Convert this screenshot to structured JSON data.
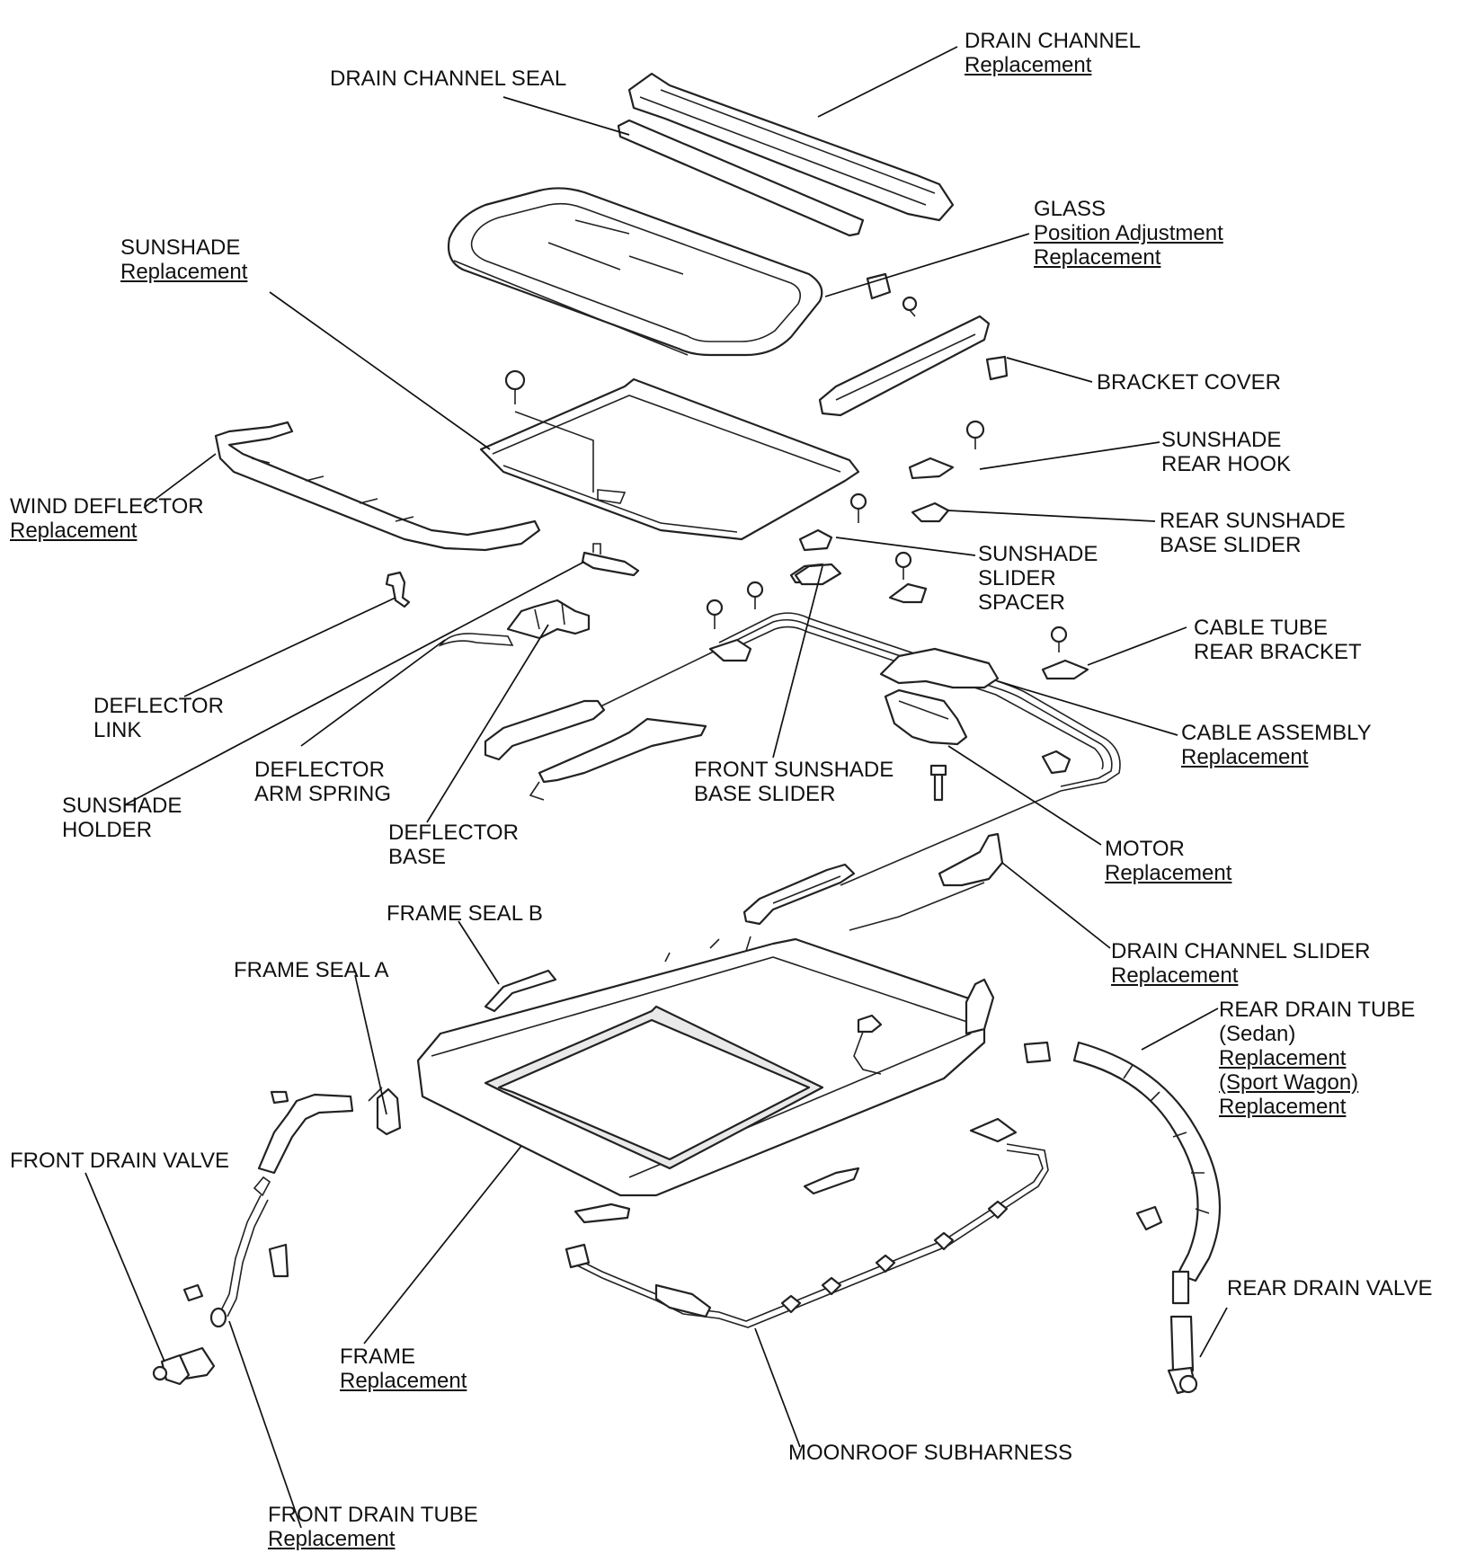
{
  "callouts": {
    "drain_channel": {
      "name": "DRAIN CHANNEL",
      "link": "Replacement"
    },
    "drain_channel_seal": {
      "name": "DRAIN CHANNEL SEAL"
    },
    "glass": {
      "name": "GLASS",
      "link1": "Position Adjustment",
      "link2": "Replacement"
    },
    "sunshade": {
      "name": "SUNSHADE",
      "link": "Replacement"
    },
    "bracket_cover": {
      "name": "BRACKET COVER"
    },
    "sunshade_rear_hook": {
      "line1": "SUNSHADE",
      "line2": "REAR HOOK"
    },
    "wind_deflector": {
      "name": "WIND DEFLECTOR",
      "link": "Replacement"
    },
    "rear_sunshade_base_slider": {
      "line1": "REAR SUNSHADE",
      "line2": "BASE SLIDER"
    },
    "sunshade_slider_spacer": {
      "line1": "SUNSHADE",
      "line2": "SLIDER",
      "line3": "SPACER"
    },
    "cable_tube_rear_bracket": {
      "line1": "CABLE TUBE",
      "line2": "REAR BRACKET"
    },
    "deflector_link": {
      "line1": "DEFLECTOR",
      "line2": "LINK"
    },
    "cable_assembly": {
      "name": "CABLE ASSEMBLY",
      "link": "Replacement"
    },
    "deflector_arm_spring": {
      "line1": "DEFLECTOR",
      "line2": "ARM SPRING"
    },
    "front_sunshade_base_slider": {
      "line1": "FRONT SUNSHADE",
      "line2": "BASE SLIDER"
    },
    "sunshade_holder": {
      "line1": "SUNSHADE",
      "line2": "HOLDER"
    },
    "deflector_base": {
      "line1": "DEFLECTOR",
      "line2": "BASE"
    },
    "motor": {
      "name": "MOTOR",
      "link": "Replacement"
    },
    "frame_seal_b": {
      "name": "FRAME SEAL B"
    },
    "drain_channel_slider": {
      "name": "DRAIN CHANNEL SLIDER",
      "link": "Replacement"
    },
    "frame_seal_a": {
      "name": "FRAME SEAL A"
    },
    "rear_drain_tube": {
      "name": "REAR DRAIN TUBE",
      "variant1": "(Sedan)",
      "link1": "Replacement",
      "variant2": "(Sport Wagon)",
      "link2": "Replacement"
    },
    "front_drain_valve": {
      "name": "FRONT DRAIN VALVE"
    },
    "rear_drain_valve": {
      "name": "REAR DRAIN VALVE"
    },
    "frame": {
      "name": "FRAME",
      "link": "Replacement"
    },
    "moonroof_subharness": {
      "name": "MOONROOF SUBHARNESS"
    },
    "front_drain_tube": {
      "name": "FRONT DRAIN TUBE",
      "link": "Replacement"
    }
  }
}
